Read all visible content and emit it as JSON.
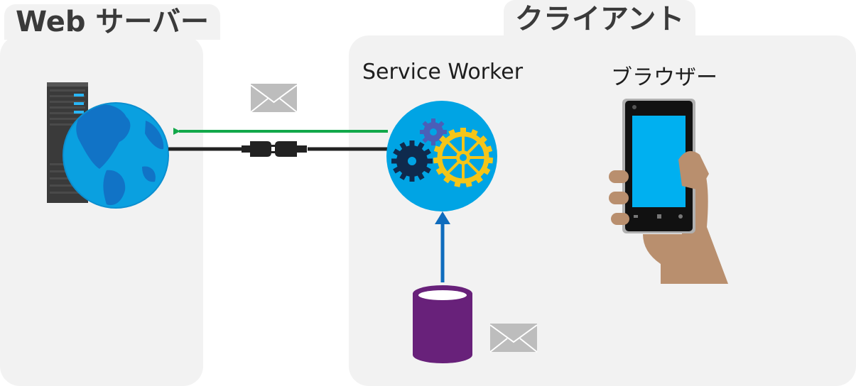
{
  "server": {
    "title": "Web サーバー"
  },
  "client": {
    "title": "クライアント",
    "service_worker_label": "Service Worker",
    "browser_label": "ブラウザー"
  },
  "colors": {
    "panel_bg": "#f2f2f2",
    "fetch_arrow": "#12a84a",
    "cache_arrow": "#0f6cbd",
    "connection_line": "#222222",
    "sw_circle": "#00a4e4",
    "globe": "#0aa0e0",
    "cache_db": "#68217a",
    "envelope": "#bdbdbd",
    "phone_screen": "#00b0f0",
    "hand": "#b98f6e"
  },
  "icons": [
    "server-icon",
    "globe-icon",
    "envelope-icon",
    "plug-icon",
    "gears-icon",
    "database-icon",
    "phone-icon",
    "hand-icon"
  ]
}
